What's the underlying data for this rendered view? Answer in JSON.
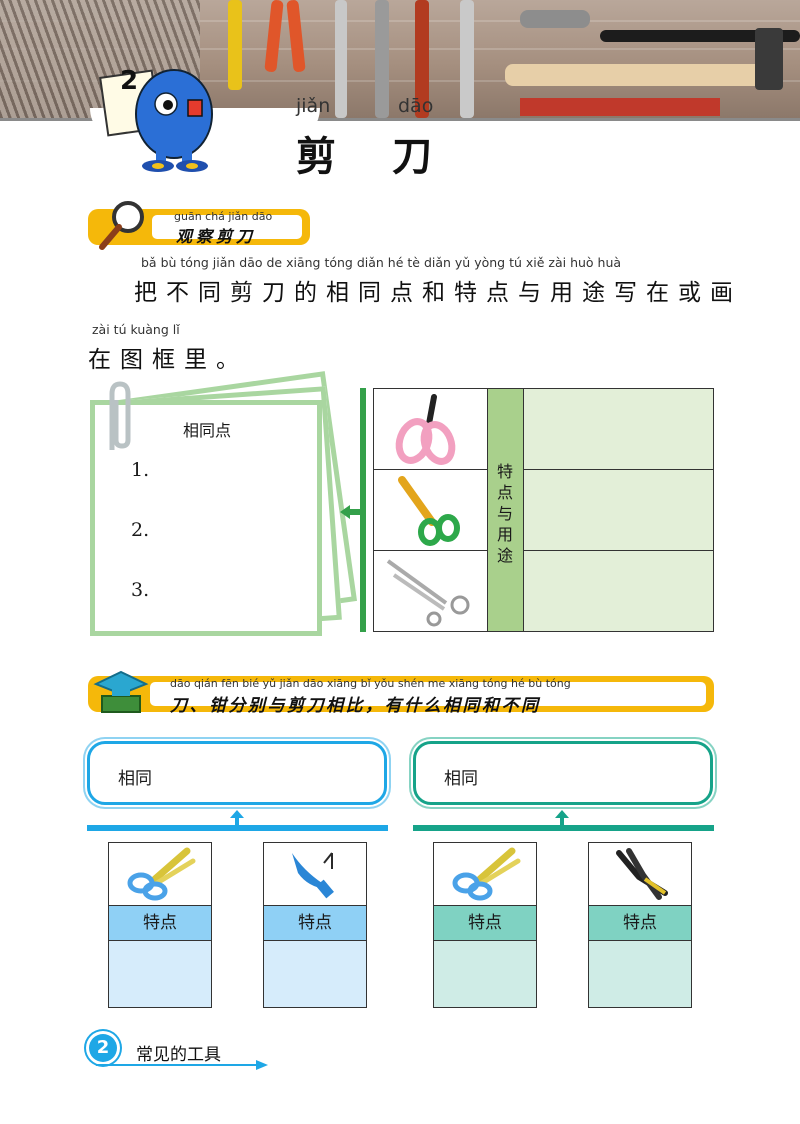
{
  "header": {
    "lesson_number": "2",
    "title_chars": [
      "剪",
      "刀"
    ],
    "title_pinyin": [
      "jiǎn",
      "dāo"
    ]
  },
  "section1": {
    "pinyin": "guān chá jiǎn dāo",
    "label": "观察剪刀",
    "instruction_line1_pinyin": "bǎ  bù tóng jiǎn dāo  de  xiāng tóng diǎn  hé   tè  diǎn  yǔ  yòng  tú   xiě  zài  huò  huà",
    "instruction_line1": "把不同剪刀的相同点和特点与用途写在或画",
    "instruction_line2_pinyin": "zài  tú  kuàng  lǐ",
    "instruction_line2": "在图框里。",
    "note_title": "相同点",
    "note_items": [
      "1.",
      "2.",
      "3."
    ],
    "table_side_label": "特点与用途",
    "table_tools": [
      "pink-scissors",
      "zigzag-scissors",
      "hair-scissors"
    ]
  },
  "section2": {
    "pinyin": "dāo      qián fēn  bié   yǔ   jiǎn dāo xiāng  bǐ         yǒu shén me xiāng tóng  hé   bù tóng",
    "label": "刀、钳分别与剪刀相比，有什么相同和不同",
    "left_box": "相同",
    "right_box": "相同",
    "cards": [
      {
        "tool": "scissors-icon",
        "label": "特点"
      },
      {
        "tool": "knife-icon",
        "label": "特点"
      },
      {
        "tool": "scissors-icon",
        "label": "特点"
      },
      {
        "tool": "pliers-icon",
        "label": "特点"
      }
    ]
  },
  "footer": {
    "number": "2",
    "label": "常见的工具"
  },
  "colors": {
    "accent_yellow": "#f5b80a",
    "green_line": "#34a04a",
    "blue": "#1ea7e6",
    "teal": "#16a389"
  }
}
